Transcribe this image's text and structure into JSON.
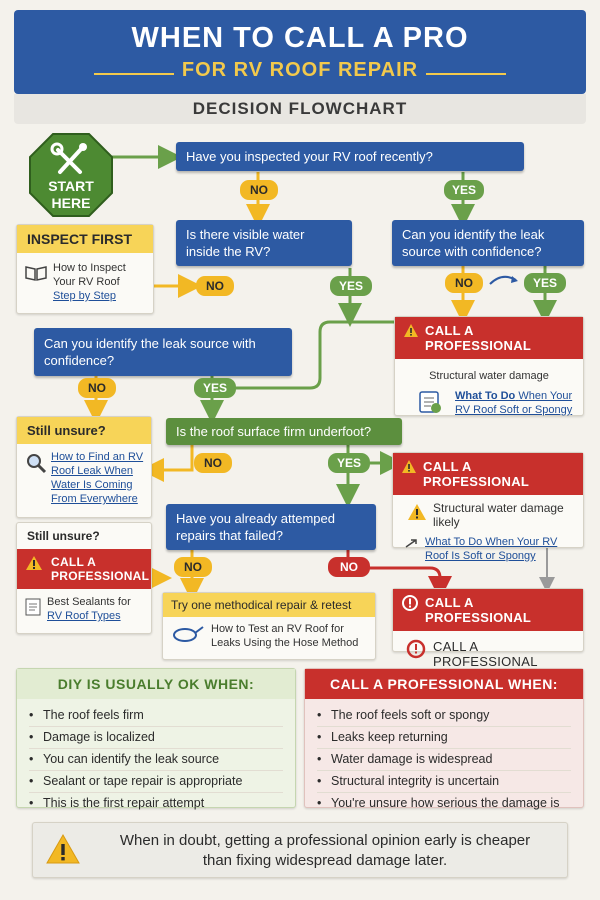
{
  "header": {
    "title": "WHEN TO CALL A PRO",
    "subtitle": "FOR RV ROOF REPAIR",
    "section": "DECISION FLOWCHART"
  },
  "start": {
    "label_line1": "START",
    "label_line2": "HERE"
  },
  "questions": {
    "q1": "Have you inspected your RV roof recently?",
    "q2": "Is there visible water inside the RV?",
    "q3": "Can you identify the leak source with confidence?",
    "q4": "Can you identify the leak source with confidence?",
    "q5": "Is the roof surface firm underfoot?",
    "q6": "Have you already attemped repairs that failed?"
  },
  "answers": {
    "yes": "YES",
    "no": "NO"
  },
  "inspect_first": {
    "title": "INSPECT FIRST",
    "text": "How to Inspect Your RV Roof",
    "link": "Step by Step"
  },
  "still_unsure_1": {
    "title": "Still unsure?",
    "text": "How to Find an RV Roof Leak When Water Is Coming From Everywhere"
  },
  "still_unsure_2": {
    "title": "Still unsure?",
    "pro_label": "CALL A PROFESSIONAL",
    "text": "Best Sealants for",
    "link": "RV Roof Types"
  },
  "pro_card_1": {
    "title": "CALL A PROFESSIONAL",
    "body": "Structural water damage",
    "link_bold": "What To Do",
    "link_rest": "When Your RV Roof Soft or Spongy"
  },
  "pro_card_2": {
    "title": "CALL A PROFESSIONAL",
    "body": "Structural water damage likely",
    "link": "What To Do When Your RV Roof Is Soft or Spongy"
  },
  "pro_card_3": {
    "title": "CALL A PROFESSIONAL",
    "body": "CALL A PROFESSIONAL"
  },
  "retest_card": {
    "title": "Try one methodical repair & retest",
    "text": "How to Test an RV Roof for Leaks Using the Hose Method"
  },
  "diy_panel": {
    "title": "DIY IS USUALLY OK WHEN:",
    "items": [
      "The roof feels firm",
      "Damage is localized",
      "You can identify the leak source",
      "Sealant or tape repair is appropriate",
      "This is the first repair attempt"
    ]
  },
  "pro_panel": {
    "title": "CALL A PROFESSIONAL WHEN:",
    "items": [
      "The roof feels soft or spongy",
      "Leaks keep returning",
      "Water damage is widespread",
      "Structural integrity is uncertain",
      "You're unsure how serious the damage is"
    ]
  },
  "footer": {
    "line1": "When in doubt, getting a professional opinion early is cheaper",
    "line2": "than fixing widespread damage later."
  },
  "colors": {
    "blue": "#2d5aa3",
    "green": "#6aa04a",
    "yellow": "#f2b824",
    "red": "#c8302c"
  }
}
